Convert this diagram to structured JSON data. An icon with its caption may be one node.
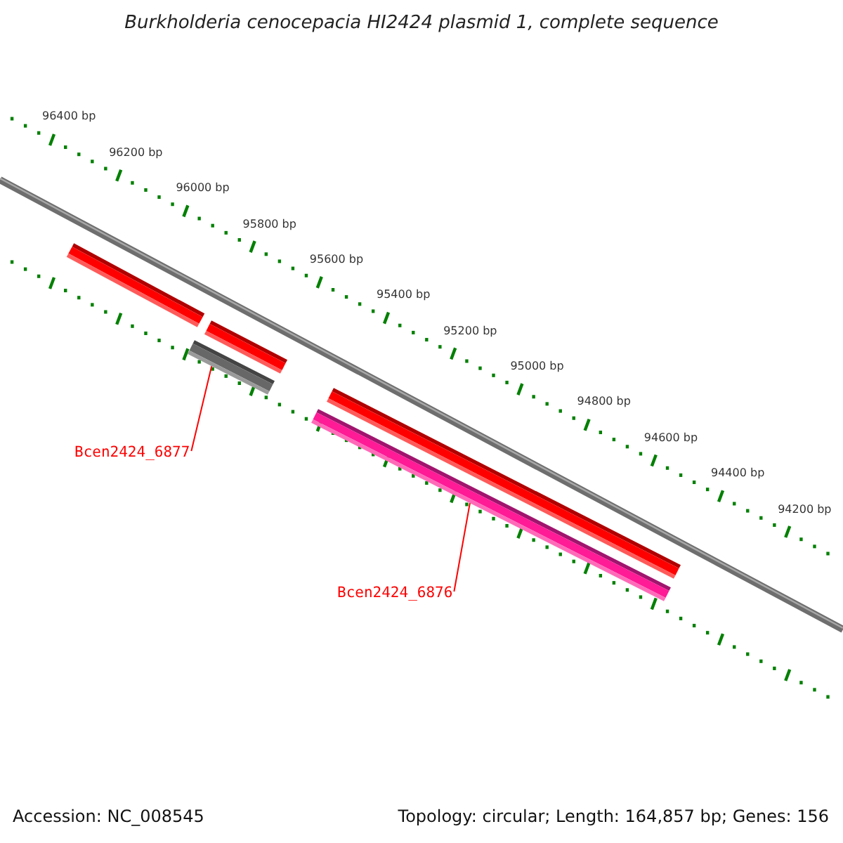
{
  "diagram": {
    "title": "Burkholderia cenocepacia HI2424 plasmid 1, complete sequence",
    "nodes": [
      {
        "text": [],
        "shape": "bar"
      },
      {
        "text": [],
        "shape": "bar"
      },
      {
        "text": [],
        "shape": "bar"
      },
      {
        "text": [],
        "shape": "bar"
      },
      {
        "text": [],
        "shape": "bar"
      },
      {
        "text": [
          "Bcen2424_6877"
        ]
      },
      {
        "text": [
          "Bcen2424_6876"
        ]
      }
    ],
    "edges": [
      {
        "from": 5,
        "to": 2,
        "arrow": "none",
        "color": "#ff0000"
      },
      {
        "from": 6,
        "to": 4,
        "arrow": "none",
        "color": "#ff0000"
      }
    ],
    "labels": [
      "96400 bp",
      "96200 bp",
      "96000 bp",
      "95800 bp",
      "95600 bp",
      "95400 bp",
      "95200 bp",
      "95000 bp",
      "94800 bp",
      "94600 bp",
      "94400 bp",
      "94200 bp",
      "Accession: NC_008545",
      "Topology: circular; Length: 164,857 bp; Genes: 156"
    ]
  }
}
